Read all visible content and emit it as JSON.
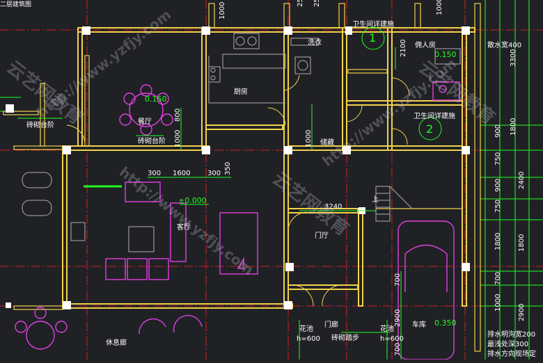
{
  "title_fragment": "二层建筑图",
  "header_dims": [
    "1000",
    "250",
    "250",
    "1000"
  ],
  "rooms": {
    "kitchen": "厨房",
    "laundry": "洗衣",
    "bathroom1": "卫生间详建施",
    "bathroom1_circle": "1",
    "servant_room": "佣人房",
    "bathroom2": "卫生间详建施",
    "bathroom2_circle": "2",
    "dining": "餐厅",
    "living": "客厅",
    "storage": "储藏",
    "foyer": "门厅",
    "garage": "车库",
    "veranda": "休息廊",
    "entry_porch": "门廊",
    "brick_steps": "砖砌踏步",
    "brick_counter_left": "砖砌台阶",
    "brick_counter_center": "砖砌台阶",
    "planter_left": "花池",
    "planter_left_h": "h=600",
    "planter_right": "花池",
    "planter_right_h": "h=600",
    "stair_up": "上"
  },
  "elevations": {
    "living": "±0.000",
    "dining": "0.150",
    "servant": "0.150",
    "garage": "0.350"
  },
  "dims": {
    "d2100": "2100",
    "d800": "800",
    "d1000a": "1000",
    "d1000b": "1000",
    "d300a": "300",
    "d1600": "1600",
    "d300b": "300",
    "d350": "350",
    "d3240": "3240",
    "d700a": "700",
    "d700b": "700",
    "d2900": "2900"
  },
  "right_notes": {
    "scatter": "散水宽400",
    "drain1": "排水明沟宽200",
    "drain2": "最浅处深300",
    "drain3": "排水方向现场定"
  },
  "right_dims": [
    "3300",
    "1800",
    "900",
    "750",
    "2400",
    "900",
    "750",
    "1800",
    "1800",
    "700",
    "1000",
    "2900"
  ],
  "watermarks": [
    "http://www.yzfjy.com",
    "云艺网教育",
    "http://www.yzfjy.com",
    "云艺网教育",
    "http://www.yzfjy.com",
    "云艺网教育"
  ],
  "colors": {
    "background": "#202125",
    "wall": "#f2d24a",
    "axis": "#ff2222",
    "dimension": "#22ff22",
    "furniture": "#e040e0"
  }
}
